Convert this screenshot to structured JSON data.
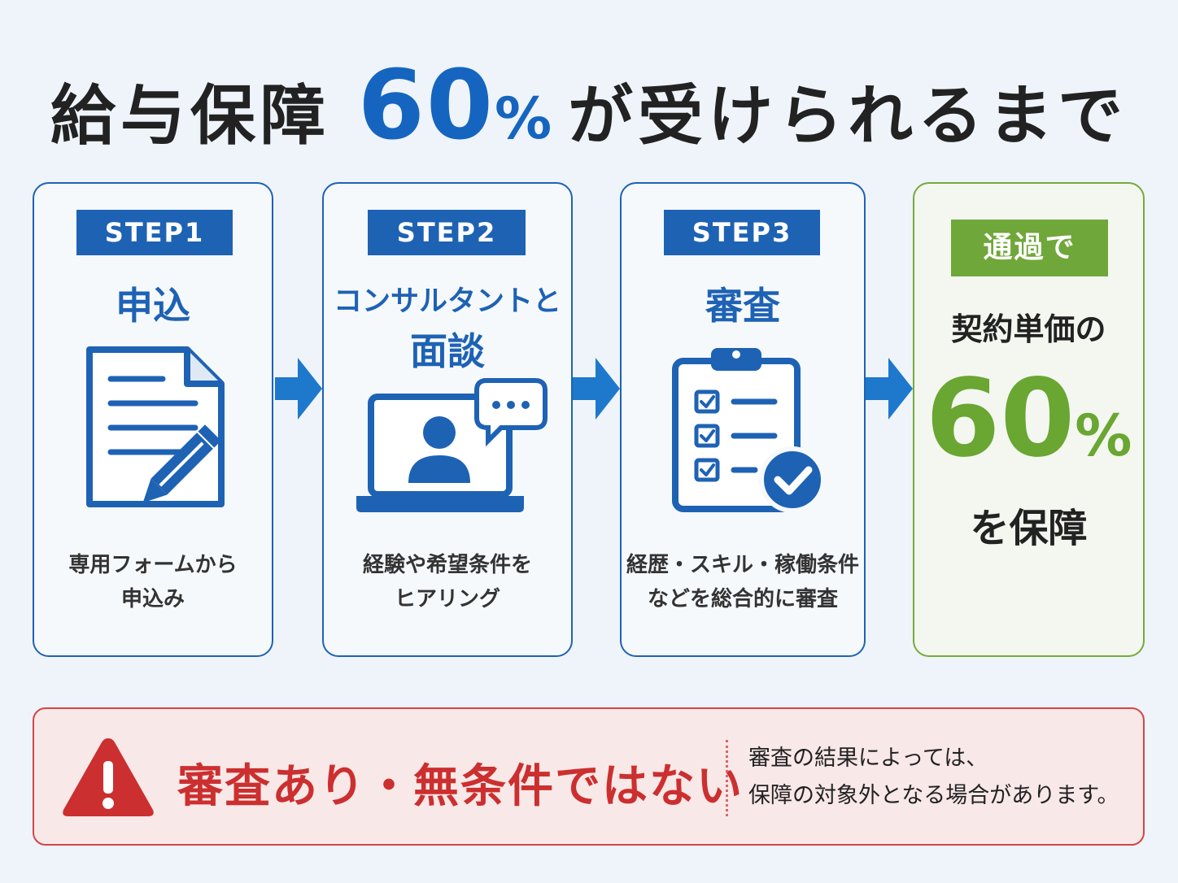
{
  "title": {
    "prefix": "給与保障",
    "number": "60",
    "percent": "%",
    "suffix": "が受けられるまで"
  },
  "steps": [
    {
      "badge": "STEP1",
      "heading": "申込",
      "desc_line1": "専用フォームから",
      "desc_line2": "申込み"
    },
    {
      "badge": "STEP2",
      "heading_line1": "コンサルタントと",
      "heading_line2": "面談",
      "desc_line1": "経験や希望条件を",
      "desc_line2": "ヒアリング"
    },
    {
      "badge": "STEP3",
      "heading": "審査",
      "desc_line1": "経歴・スキル・稼働条件",
      "desc_line2": "などを総合的に審査"
    }
  ],
  "result": {
    "badge": "通過で",
    "line1": "契約単価の",
    "number": "60",
    "percent": "%",
    "line2": "を保障"
  },
  "warning": {
    "main": "審査あり・無条件ではない",
    "sub_line1": "審査の結果によっては、",
    "sub_line2": "保障の対象外となる場合があります。"
  },
  "colors": {
    "primary": "#1e62b4",
    "green": "#70a73a",
    "warning": "#cc2f2f"
  }
}
